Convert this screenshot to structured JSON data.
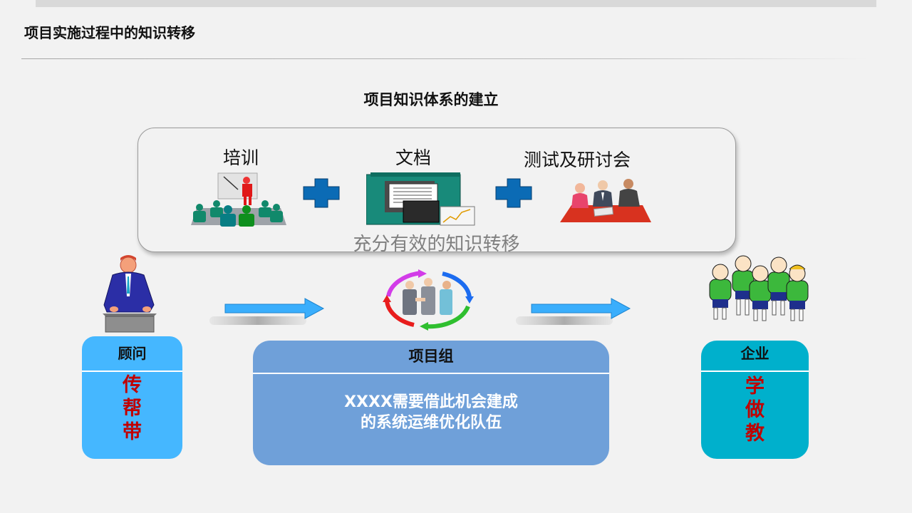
{
  "header": {
    "title": "项目实施过程中的知识转移"
  },
  "knowledge_system": {
    "title": "项目知识体系的建立",
    "methods": [
      {
        "label": "培训"
      },
      {
        "label": "文档"
      },
      {
        "label": "测试及研讨会"
      }
    ],
    "result_text": "充分有效的知识转移"
  },
  "roles": {
    "consultant": {
      "title": "顾问",
      "action": "传帮带"
    },
    "project_team": {
      "title": "项目组",
      "description_lines": [
        "XXXX需要借此机会建成",
        "的系统运维优化队伍"
      ]
    },
    "enterprise": {
      "title": "企业",
      "action": "学做教"
    }
  },
  "colors": {
    "consultant_card": "#45b7ff",
    "project_team_card": "#6fa0d9",
    "enterprise_card": "#00b0cc",
    "action_text": "#c00000",
    "arrow": "#3aaefc",
    "plus_icon": "#0b6bb5"
  }
}
